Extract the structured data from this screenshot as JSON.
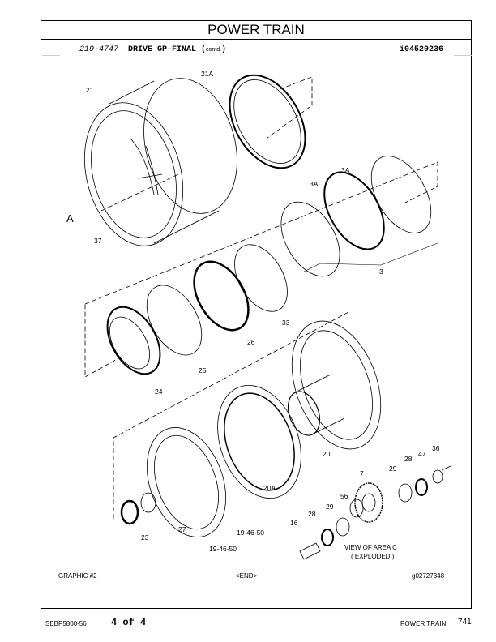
{
  "section_title": "POWER TRAIN",
  "header": {
    "part_number": "219-4747",
    "part_name": "DRIVE GP-FINAL",
    "contd": "contd.",
    "illustration_id": "i04529236"
  },
  "callouts": {
    "c21a": "21A",
    "c21": "21",
    "cA": "A",
    "c37": "37",
    "c3a_1": "3A",
    "c3a_2": "3A",
    "c3": "3",
    "c33": "33",
    "c26": "26",
    "c25": "25",
    "c24": "24",
    "c20": "20",
    "c20a": "20A",
    "c7": "7",
    "c29a": "29",
    "c28a": "28",
    "c47": "47",
    "c36": "36",
    "c56": "56",
    "c29b": "29",
    "c28b": "28",
    "c16": "16",
    "c23": "23",
    "c27": "27",
    "c194650a": "19-46-50",
    "c194650b": "19-46-50",
    "view1": "VIEW OF AREA  C",
    "view2": "( EXPLODED )"
  },
  "graphic_label": "GRAPHIC #2",
  "end_label": "<END>",
  "graphic_id": "g02727348",
  "footer": {
    "doc_number": "SEBP5800-56",
    "page_of": "4 of 4",
    "section": "POWER TRAIN",
    "page_number": "741"
  }
}
